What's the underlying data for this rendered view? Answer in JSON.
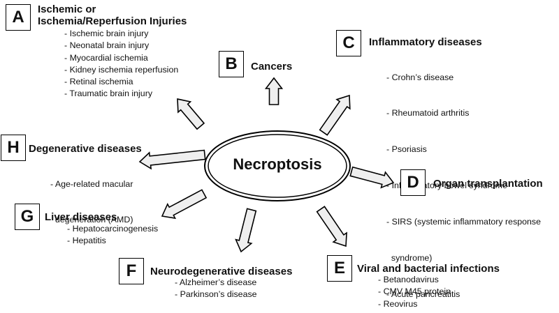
{
  "center": {
    "label": "Necroptosis"
  },
  "categories": [
    {
      "letter": "A",
      "title_lines": [
        "Ischemic or",
        "Ischemia/Reperfusion Injuries"
      ],
      "items": [
        "- Ischemic brain injury",
        "- Neonatal brain injury",
        "- Myocardial ischemia",
        "- Kidney ischemia reperfusion",
        "- Retinal ischemia",
        "- Traumatic brain injury"
      ]
    },
    {
      "letter": "B",
      "title_lines": [
        "Cancers"
      ],
      "items": []
    },
    {
      "letter": "C",
      "title_lines": [
        "Inflammatory diseases"
      ],
      "items": [
        "- Crohn’s disease",
        "- Rheumatoid arthritis",
        "- Psoriasis",
        "- Inflammatory bowel syndrome",
        "- SIRS (systemic inflammatory response",
        "  syndrome)",
        "- Acute pancreatitis"
      ]
    },
    {
      "letter": "D",
      "title_lines": [
        "Organ transplantation"
      ],
      "items": []
    },
    {
      "letter": "E",
      "title_lines": [
        "Viral and bacterial infections"
      ],
      "items": [
        "- Betanodavirus",
        "- CMV M45 protein",
        "- Reovirus"
      ]
    },
    {
      "letter": "F",
      "title_lines": [
        "Neurodegenerative diseases"
      ],
      "items": [
        "- Alzheimer’s disease",
        "- Parkinson’s disease"
      ]
    },
    {
      "letter": "G",
      "title_lines": [
        "Liver diseases"
      ],
      "items": [
        "- Hepatocarcinogenesis",
        "- Hepatitis"
      ]
    },
    {
      "letter": "H",
      "title_lines": [
        "Degenerative diseases"
      ],
      "items": [
        "- Age-related macular",
        "  degeneration (AMD)"
      ]
    }
  ],
  "colors": {
    "arrow_fill": "#efefef",
    "stroke": "#000000"
  }
}
